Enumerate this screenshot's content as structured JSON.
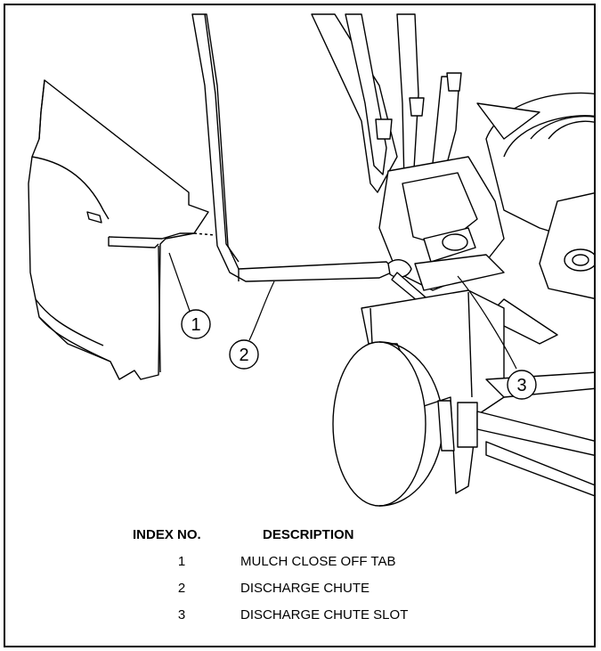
{
  "callouts": [
    "1",
    "2",
    "3"
  ],
  "legend": {
    "header_index": "INDEX NO.",
    "header_description": "DESCRIPTION",
    "rows": [
      {
        "index": "1",
        "description": "MULCH CLOSE OFF TAB"
      },
      {
        "index": "2",
        "description": "DISCHARGE CHUTE"
      },
      {
        "index": "3",
        "description": "DISCHARGE CHUTE SLOT"
      }
    ]
  }
}
